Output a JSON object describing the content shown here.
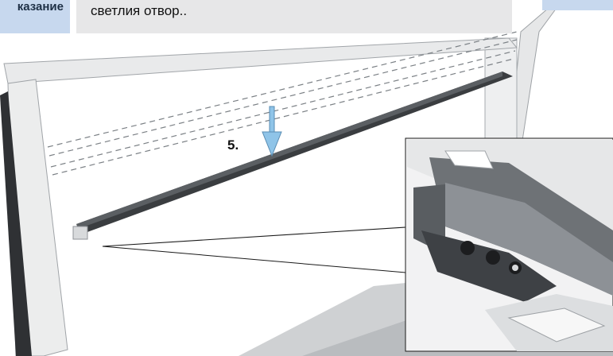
{
  "note": {
    "label": "казание",
    "text": "светлия отвор.."
  },
  "step": {
    "number": "5."
  },
  "colors": {
    "note_label_bg": "#c7d8ee",
    "note_bg": "#e7e7e8",
    "arrow": "#8fc4e8",
    "rail": "#3a3d40"
  },
  "icons": {
    "arrow": "down-arrow-icon"
  }
}
